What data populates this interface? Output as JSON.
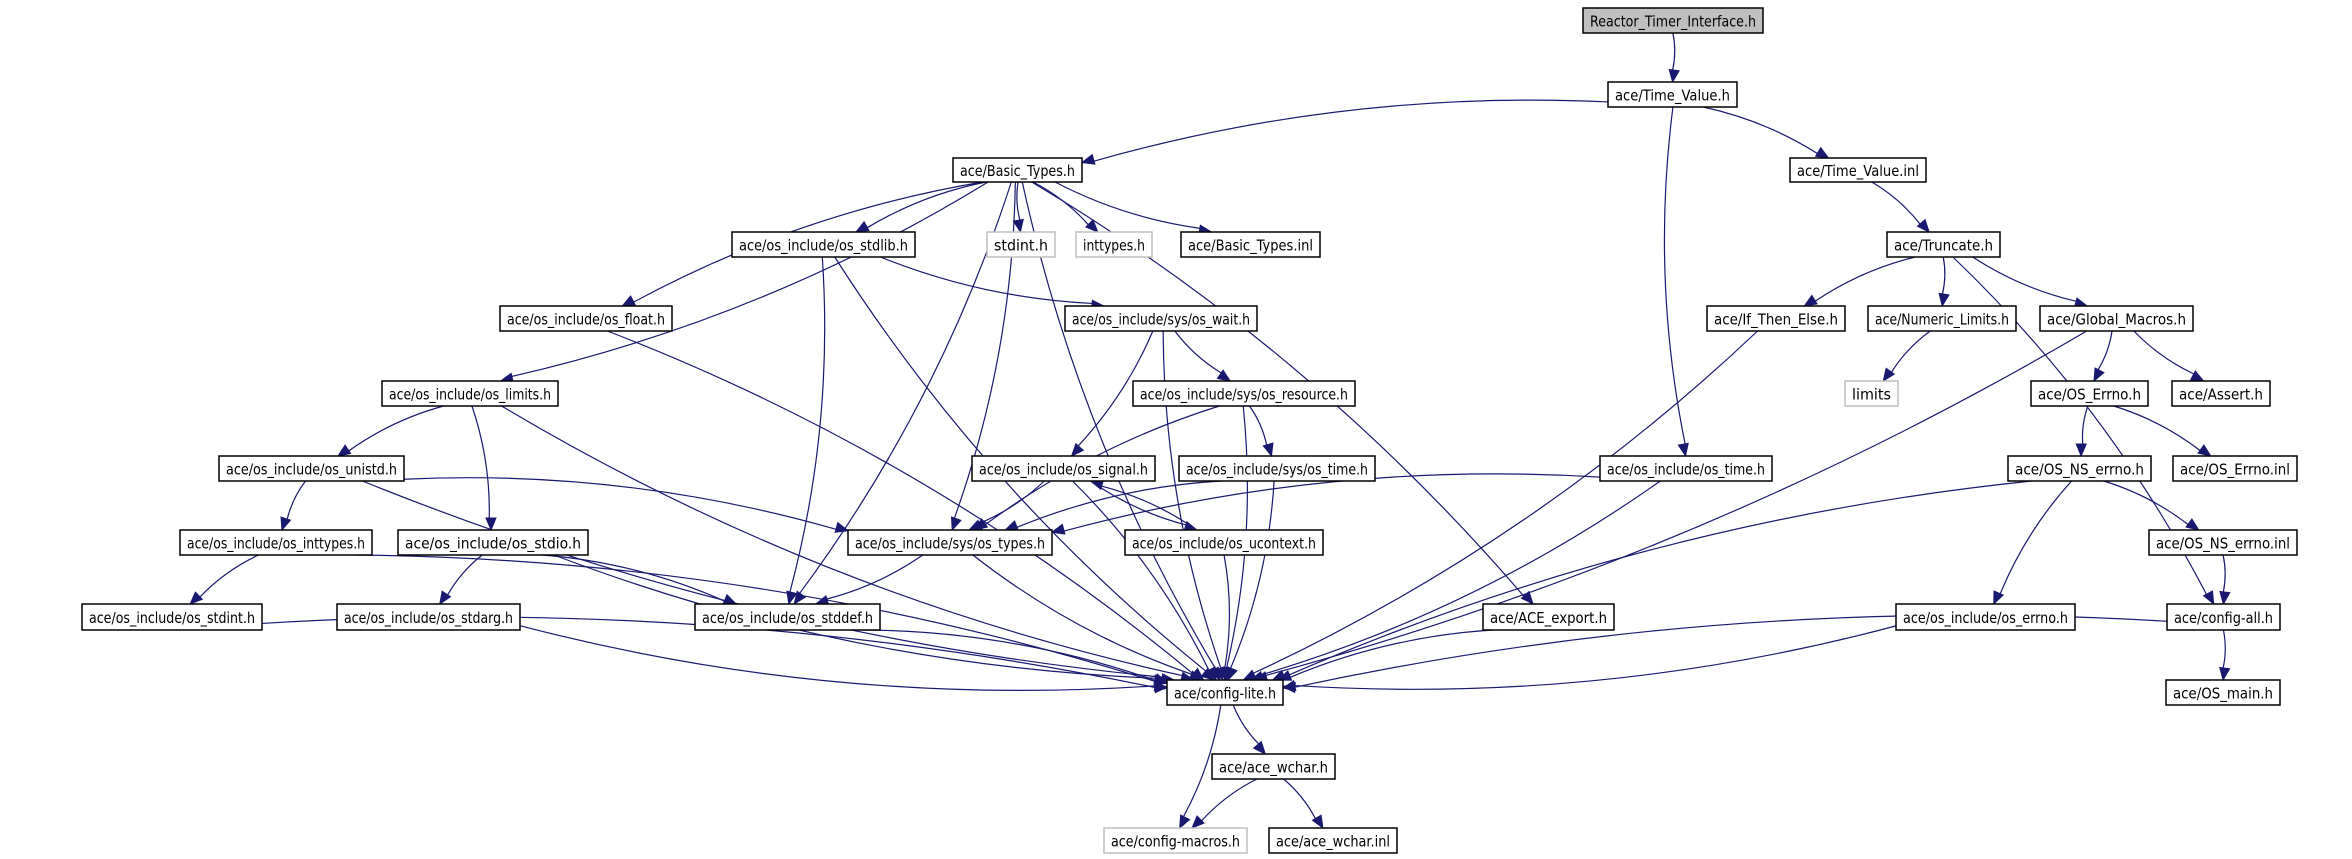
{
  "diagram": {
    "type": "include-dependency-graph",
    "root": "reactor_timer_interface",
    "colors": {
      "edge": "#191970",
      "node_border": "#000000",
      "external_border": "#bfbfbf",
      "root_fill": "#bfbfbf",
      "node_fill": "#ffffff"
    },
    "nodes": [
      {
        "id": "reactor_timer_interface",
        "label": "Reactor_Timer_Interface.h",
        "kind": "root"
      },
      {
        "id": "time_value_h",
        "label": "ace/Time_Value.h",
        "kind": "normal"
      },
      {
        "id": "basic_types_h",
        "label": "ace/Basic_Types.h",
        "kind": "normal"
      },
      {
        "id": "time_value_inl",
        "label": "ace/Time_Value.inl",
        "kind": "normal"
      },
      {
        "id": "os_stdlib",
        "label": "ace/os_include/os_stdlib.h",
        "kind": "normal"
      },
      {
        "id": "stdint_h",
        "label": "stdint.h",
        "kind": "external"
      },
      {
        "id": "inttypes_h",
        "label": "inttypes.h",
        "kind": "external"
      },
      {
        "id": "basic_types_inl",
        "label": "ace/Basic_Types.inl",
        "kind": "normal"
      },
      {
        "id": "truncate_h",
        "label": "ace/Truncate.h",
        "kind": "normal"
      },
      {
        "id": "os_float",
        "label": "ace/os_include/os_float.h",
        "kind": "normal"
      },
      {
        "id": "os_wait",
        "label": "ace/os_include/sys/os_wait.h",
        "kind": "normal"
      },
      {
        "id": "if_then_else",
        "label": "ace/If_Then_Else.h",
        "kind": "normal"
      },
      {
        "id": "numeric_limits",
        "label": "ace/Numeric_Limits.h",
        "kind": "normal"
      },
      {
        "id": "global_macros",
        "label": "ace/Global_Macros.h",
        "kind": "normal"
      },
      {
        "id": "os_limits",
        "label": "ace/os_include/os_limits.h",
        "kind": "normal"
      },
      {
        "id": "os_resource",
        "label": "ace/os_include/sys/os_resource.h",
        "kind": "normal"
      },
      {
        "id": "limits",
        "label": "limits",
        "kind": "external"
      },
      {
        "id": "os_errno_h",
        "label": "ace/OS_Errno.h",
        "kind": "normal"
      },
      {
        "id": "assert_h",
        "label": "ace/Assert.h",
        "kind": "normal"
      },
      {
        "id": "os_unistd",
        "label": "ace/os_include/os_unistd.h",
        "kind": "normal"
      },
      {
        "id": "os_signal",
        "label": "ace/os_include/os_signal.h",
        "kind": "normal"
      },
      {
        "id": "sys_os_time",
        "label": "ace/os_include/sys/os_time.h",
        "kind": "normal"
      },
      {
        "id": "os_time",
        "label": "ace/os_include/os_time.h",
        "kind": "normal"
      },
      {
        "id": "os_ns_errno_h",
        "label": "ace/OS_NS_errno.h",
        "kind": "normal"
      },
      {
        "id": "os_errno_inl",
        "label": "ace/OS_Errno.inl",
        "kind": "normal"
      },
      {
        "id": "os_inttypes",
        "label": "ace/os_include/os_inttypes.h",
        "kind": "normal"
      },
      {
        "id": "os_stdio",
        "label": "ace/os_include/os_stdio.h",
        "kind": "normal"
      },
      {
        "id": "os_types",
        "label": "ace/os_include/sys/os_types.h",
        "kind": "normal"
      },
      {
        "id": "os_ucontext",
        "label": "ace/os_include/os_ucontext.h",
        "kind": "normal"
      },
      {
        "id": "os_ns_errno_inl",
        "label": "ace/OS_NS_errno.inl",
        "kind": "normal"
      },
      {
        "id": "os_stdint",
        "label": "ace/os_include/os_stdint.h",
        "kind": "normal"
      },
      {
        "id": "os_stdarg",
        "label": "ace/os_include/os_stdarg.h",
        "kind": "normal"
      },
      {
        "id": "os_stddef",
        "label": "ace/os_include/os_stddef.h",
        "kind": "normal"
      },
      {
        "id": "ace_export",
        "label": "ace/ACE_export.h",
        "kind": "normal"
      },
      {
        "id": "os_errno_inc",
        "label": "ace/os_include/os_errno.h",
        "kind": "normal"
      },
      {
        "id": "config_all",
        "label": "ace/config-all.h",
        "kind": "normal"
      },
      {
        "id": "config_lite",
        "label": "ace/config-lite.h",
        "kind": "normal"
      },
      {
        "id": "os_main",
        "label": "ace/OS_main.h",
        "kind": "normal"
      },
      {
        "id": "ace_wchar_h",
        "label": "ace/ace_wchar.h",
        "kind": "normal"
      },
      {
        "id": "config_macros",
        "label": "ace/config-macros.h",
        "kind": "external"
      },
      {
        "id": "ace_wchar_inl",
        "label": "ace/ace_wchar.inl",
        "kind": "normal"
      }
    ],
    "edges": [
      [
        "reactor_timer_interface",
        "time_value_h"
      ],
      [
        "time_value_h",
        "basic_types_h"
      ],
      [
        "time_value_h",
        "time_value_inl"
      ],
      [
        "time_value_h",
        "os_time"
      ],
      [
        "basic_types_h",
        "os_limits"
      ],
      [
        "basic_types_h",
        "os_float"
      ],
      [
        "basic_types_h",
        "os_stddef"
      ],
      [
        "basic_types_h",
        "os_stdlib"
      ],
      [
        "basic_types_h",
        "os_types"
      ],
      [
        "basic_types_h",
        "stdint_h"
      ],
      [
        "basic_types_h",
        "inttypes_h"
      ],
      [
        "basic_types_h",
        "basic_types_inl"
      ],
      [
        "basic_types_h",
        "ace_export"
      ],
      [
        "basic_types_h",
        "config_lite"
      ],
      [
        "time_value_inl",
        "truncate_h"
      ],
      [
        "truncate_h",
        "if_then_else"
      ],
      [
        "truncate_h",
        "numeric_limits"
      ],
      [
        "truncate_h",
        "global_macros"
      ],
      [
        "truncate_h",
        "config_all"
      ],
      [
        "os_stdlib",
        "os_wait"
      ],
      [
        "os_stdlib",
        "os_stddef"
      ],
      [
        "os_stdlib",
        "config_lite"
      ],
      [
        "os_float",
        "config_lite"
      ],
      [
        "os_wait",
        "os_resource"
      ],
      [
        "os_wait",
        "os_signal"
      ],
      [
        "os_wait",
        "config_lite"
      ],
      [
        "if_then_else",
        "config_lite"
      ],
      [
        "numeric_limits",
        "limits"
      ],
      [
        "global_macros",
        "os_errno_h"
      ],
      [
        "global_macros",
        "assert_h"
      ],
      [
        "global_macros",
        "config_lite"
      ],
      [
        "os_limits",
        "os_unistd"
      ],
      [
        "os_limits",
        "os_stdio"
      ],
      [
        "os_limits",
        "config_lite"
      ],
      [
        "os_resource",
        "sys_os_time"
      ],
      [
        "os_resource",
        "os_types"
      ],
      [
        "os_resource",
        "config_lite"
      ],
      [
        "os_errno_h",
        "os_ns_errno_h"
      ],
      [
        "os_errno_h",
        "os_errno_inl"
      ],
      [
        "os_unistd",
        "os_inttypes"
      ],
      [
        "os_unistd",
        "os_types"
      ],
      [
        "os_unistd",
        "config_lite"
      ],
      [
        "os_signal",
        "os_types"
      ],
      [
        "os_signal",
        "os_ucontext"
      ],
      [
        "os_signal",
        "config_lite"
      ],
      [
        "os_ucontext",
        "os_signal"
      ],
      [
        "os_ucontext",
        "config_lite"
      ],
      [
        "sys_os_time",
        "os_types"
      ],
      [
        "sys_os_time",
        "config_lite"
      ],
      [
        "os_time",
        "os_types"
      ],
      [
        "os_time",
        "config_lite"
      ],
      [
        "os_ns_errno_h",
        "os_errno_inc"
      ],
      [
        "os_ns_errno_h",
        "os_ns_errno_inl"
      ],
      [
        "os_ns_errno_h",
        "config_lite"
      ],
      [
        "os_ns_errno_inl",
        "config_all"
      ],
      [
        "os_inttypes",
        "os_stdint"
      ],
      [
        "os_inttypes",
        "config_lite"
      ],
      [
        "os_stdio",
        "os_stdarg"
      ],
      [
        "os_stdio",
        "os_stddef"
      ],
      [
        "os_stdio",
        "config_lite"
      ],
      [
        "os_types",
        "os_stddef"
      ],
      [
        "os_types",
        "config_lite"
      ],
      [
        "os_stdint",
        "config_lite"
      ],
      [
        "os_stdarg",
        "config_lite"
      ],
      [
        "os_stddef",
        "config_lite"
      ],
      [
        "ace_export",
        "config_lite"
      ],
      [
        "os_errno_inc",
        "config_lite"
      ],
      [
        "config_all",
        "config_lite"
      ],
      [
        "config_all",
        "os_main"
      ],
      [
        "config_lite",
        "ace_wchar_h"
      ],
      [
        "config_lite",
        "config_macros"
      ],
      [
        "ace_wchar_h",
        "config_macros"
      ],
      [
        "ace_wchar_h",
        "ace_wchar_inl"
      ]
    ]
  }
}
